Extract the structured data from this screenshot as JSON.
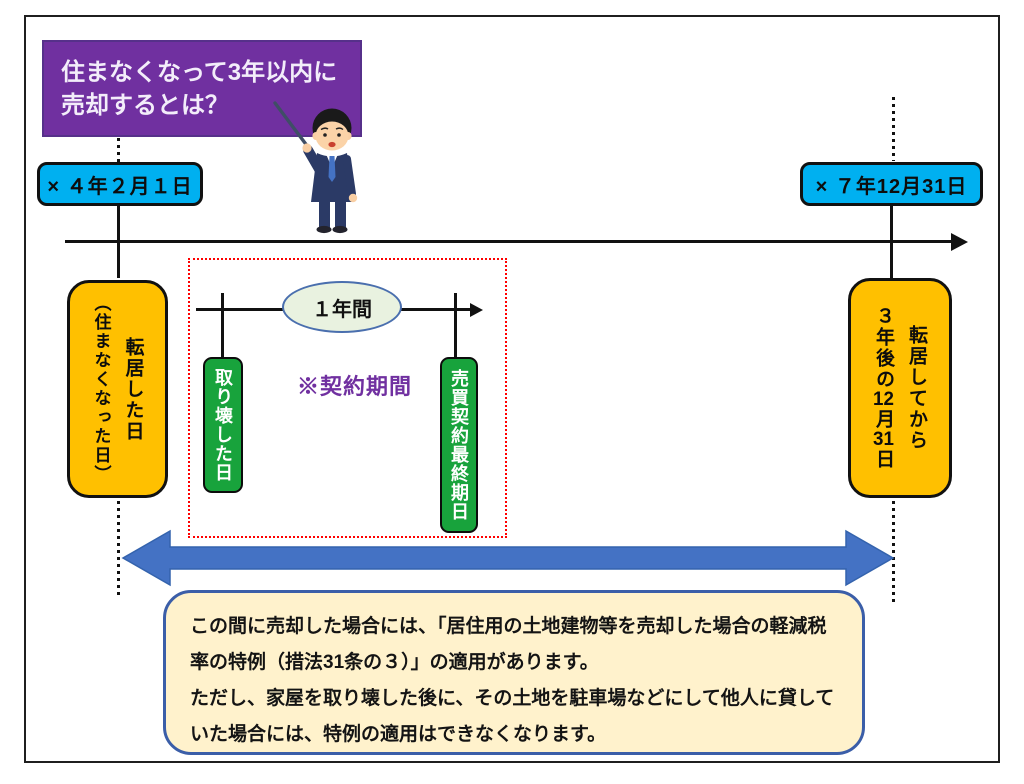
{
  "slide": {
    "title": {
      "line1": "住まなくなって3年以内に",
      "line2": "売却するとは？"
    },
    "timeline": {
      "left_date": "× ４年２月１日",
      "right_date": "× ７年12月31日",
      "left_event": {
        "col1": "転居した日",
        "col2": "（住まなくなった日）"
      },
      "right_event": {
        "col1": "転居してから",
        "col2_parts": [
          "３年後の",
          "12",
          "月",
          "31",
          "日"
        ]
      }
    },
    "contract_zone": {
      "duration_label": "１年間",
      "note": "※契約期間",
      "demolition_label": "取り壊した日",
      "deadline_label": "売買契約最終期日"
    },
    "explanation": {
      "lines": [
        "この間に売却した場合には、「居住用の土地建物等を売却した場合の軽減税",
        "率の特例（措法31条の３）」の適用があります。",
        "ただし、家屋を取り壊した後に、その土地を駐車場などにして他人に貸して",
        "いた場合には、特例の適用はできなくなります。"
      ]
    },
    "icons": {
      "teacher_illustration": "teacher-with-pointer"
    },
    "colors": {
      "title_purple": "#7030a0",
      "date_blue": "#00b0f0",
      "event_orange": "#ffc000",
      "label_green": "#18a33c",
      "span_arrow_blue": "#4472c4",
      "explain_cream": "#fff2cc",
      "zone_border_red": "#ff0000"
    }
  }
}
